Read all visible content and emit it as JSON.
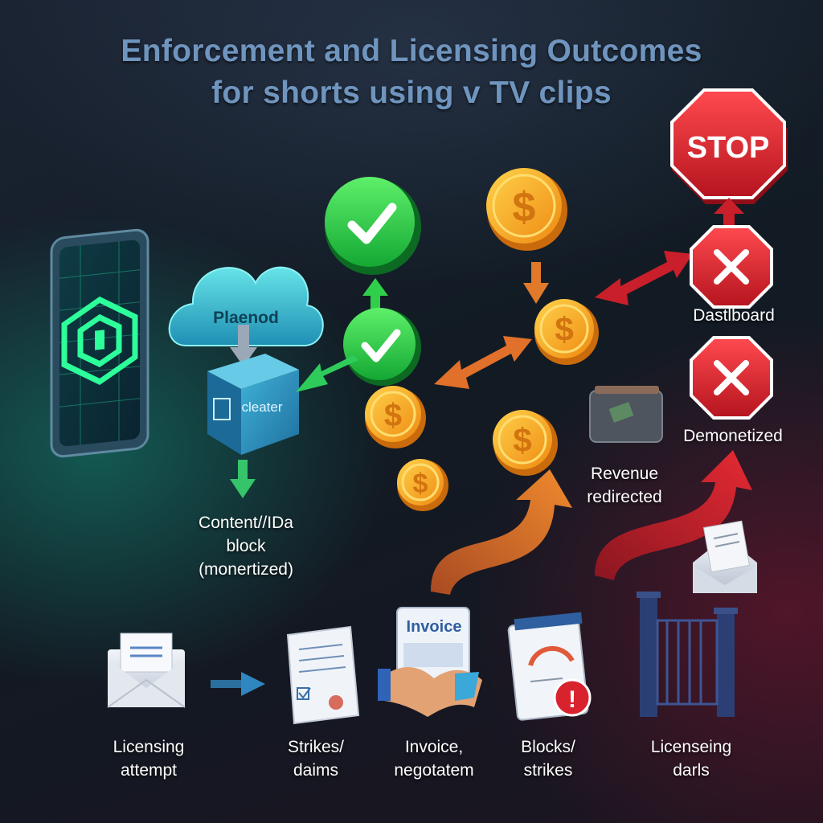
{
  "title": {
    "line1": "Enforcement and Licensing Outcomes",
    "line2": "for shorts using v TV clips"
  },
  "nodes": {
    "cloud_label": "Plaenod",
    "box_label": "cleater",
    "content_id": [
      "Content//IDa",
      "block",
      "(monertized)"
    ],
    "stop_sign": "STOP",
    "dashboard": "Dastlboard",
    "demonetized": "Demonetized",
    "revenue": [
      "Revenue",
      "redirected"
    ],
    "invoice_doc": "Invoice"
  },
  "bottom_steps": [
    {
      "id": "licensing-attempt",
      "lines": [
        "Licensing",
        "attempt"
      ],
      "icon": "envelope-icon"
    },
    {
      "id": "strikes-claims",
      "lines": [
        "Strikes/",
        "daims"
      ],
      "icon": "document-icon"
    },
    {
      "id": "invoice-negotiate",
      "lines": [
        "Invoice,",
        "negotatem"
      ],
      "icon": "invoice-handshake-icon"
    },
    {
      "id": "blocks-strikes",
      "lines": [
        "Blocks/",
        "strikes"
      ],
      "icon": "notepad-warning-icon"
    },
    {
      "id": "licensing-deals",
      "lines": [
        "Licenseing",
        "darls"
      ],
      "icon": "gate-icon"
    }
  ],
  "colors": {
    "title": "#6f95bf",
    "check_green": "#2fcf4a",
    "coin_orange": "#f6a51b",
    "stop_red": "#d8232f",
    "arrow_orange": "#e0702a",
    "arrow_red": "#c81f2a",
    "arrow_green": "#2ecc5a",
    "teal": "#3cc6c8"
  }
}
